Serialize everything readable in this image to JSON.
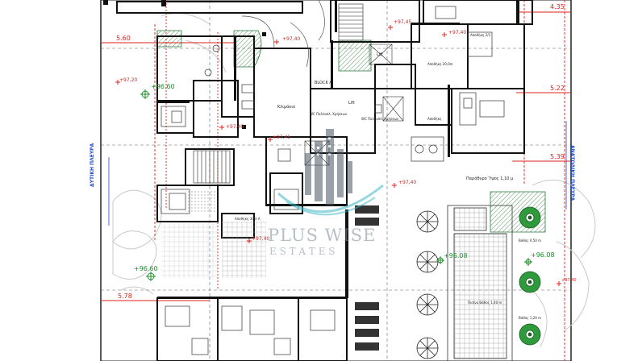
{
  "levels": {
    "l1": "5.60",
    "l2": "+97,20",
    "l3": "+96.60",
    "l4": "+97,40",
    "l5": "+97,45",
    "l6": "+97,40",
    "l7": "+97,45",
    "l8": "+97,40",
    "l9": "4.35",
    "l10": "5.22",
    "l11": "5.39",
    "l12": "+97,40",
    "l13": "+97,40",
    "l14": "+96.60",
    "l15": "5.78",
    "l16": "+96.08",
    "l17": "+96.08",
    "l18": "+97,40"
  },
  "rooms": {
    "r1": "Lift",
    "r2": "BLOCK A",
    "r3": "Κλιμάκιο",
    "r4": "Lift",
    "r5": "WC Πολλαπλ. Χρήσεων",
    "r6": "WC Πολλαπλ. Χρήσεων",
    "r7": "Αποθήκη 20,0m",
    "r8": "Αποθήκη 30,0 A",
    "r9": "Αποθήκη",
    "r10": "Αποθήκη 2/2",
    "r11": "Παράθυρο Ύψος 1,10 μ",
    "r12": "Πισίνα Βάθος 1,40 m",
    "r13": "Βάθος 0,50 m",
    "r14": "Βάθος 1,20 m"
  },
  "sides": {
    "left": "ΔΥΤΙΚΗ ΠΛΕΥΡΑ",
    "right": "ΑΝΑΤΟΛΙΚΗ ΠΛΕΥΡΑ"
  },
  "watermark": {
    "line1": "PLUS WISE",
    "line2": "E S T A T E S"
  }
}
